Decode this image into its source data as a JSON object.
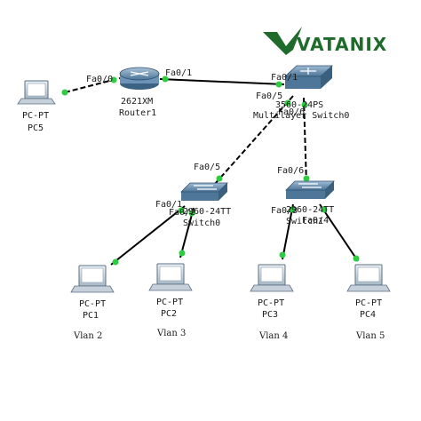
{
  "logo": {
    "text": "VATANIX",
    "color": "#1f6b2c"
  },
  "devices": {
    "router": {
      "model": "2621XM",
      "name": "Router1"
    },
    "core_switch": {
      "model": "3560-24PS",
      "name_line": "Multilayer Switch0"
    },
    "access_switch_left": {
      "model": "2960-24TT",
      "name": "Switch0"
    },
    "access_switch_right": {
      "model": "2960-24TT",
      "name": "Switch1"
    },
    "pc5": {
      "type": "PC-PT",
      "name": "PC5"
    },
    "pc1": {
      "type": "PC-PT",
      "name": "PC1",
      "vlan": "Vlan 2"
    },
    "pc2": {
      "type": "PC-PT",
      "name": "PC2",
      "vlan": "Vlan 3"
    },
    "pc3": {
      "type": "PC-PT",
      "name": "PC3",
      "vlan": "Vlan 4"
    },
    "pc4": {
      "type": "PC-PT",
      "name": "PC4",
      "vlan": "Vlan 5"
    }
  },
  "ports": {
    "router_fa00": "Fa0/0",
    "router_fa01": "Fa0/1",
    "core_fa01": "Fa0/1",
    "core_fa05": "Fa0/5",
    "core_fa06": "Fa0/6",
    "sw0_fa05": "Fa0/5",
    "sw0_fa01": "Fa0/1",
    "sw0_fa02": "Fa0/2",
    "sw1_fa06": "Fa0/6",
    "sw1_fa03": "Fa0/3",
    "sw1_fa04": "Fa0/4"
  },
  "colors": {
    "link_up": "#2ecc40",
    "cable": "#000000"
  }
}
